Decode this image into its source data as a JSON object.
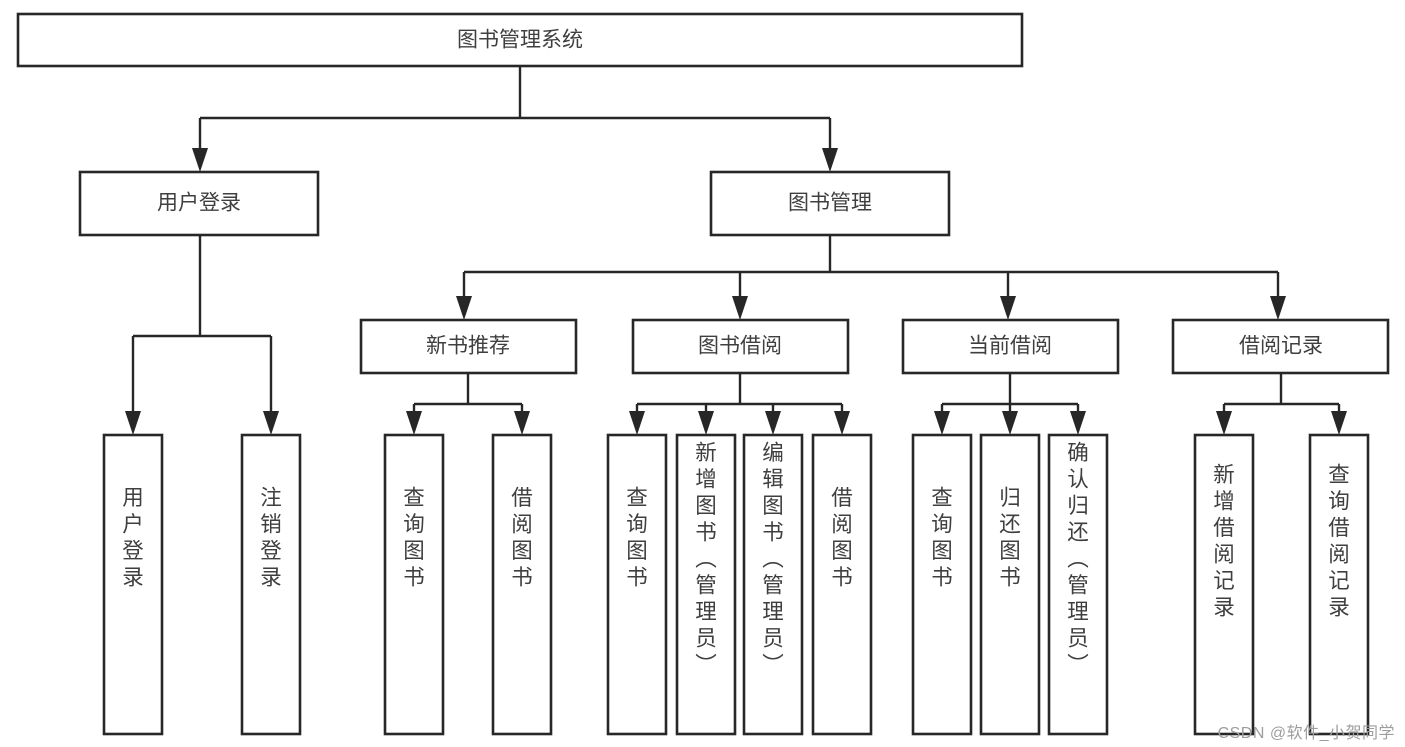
{
  "diagram": {
    "type": "hierarchy-tree",
    "title": "图书管理系统",
    "orientation": "top-down",
    "watermark": "CSDN @软件_小贺同学",
    "colors": {
      "box_fill": "#ffffff",
      "box_stroke": "#272727",
      "text": "#3f3f3f",
      "connector": "#272727",
      "background": "#ffffff",
      "watermark": "#9d9d9d"
    },
    "levels": [
      {
        "level": 0,
        "nodes": [
          {
            "id": "root",
            "label": "图书管理系统",
            "orientation": "horizontal"
          }
        ]
      },
      {
        "level": 1,
        "nodes": [
          {
            "id": "user-login",
            "label": "用户登录",
            "orientation": "horizontal",
            "parent": "root"
          },
          {
            "id": "book-admin",
            "label": "图书管理",
            "orientation": "horizontal",
            "parent": "root"
          }
        ]
      },
      {
        "level": 2,
        "nodes": [
          {
            "id": "new-book-rec",
            "label": "新书推荐",
            "orientation": "horizontal",
            "parent": "book-admin"
          },
          {
            "id": "book-borrow",
            "label": "图书借阅",
            "orientation": "horizontal",
            "parent": "book-admin"
          },
          {
            "id": "current-borrow",
            "label": "当前借阅",
            "orientation": "horizontal",
            "parent": "book-admin"
          },
          {
            "id": "borrow-record",
            "label": "借阅记录",
            "orientation": "horizontal",
            "parent": "book-admin"
          }
        ]
      },
      {
        "level": 3,
        "nodes": [
          {
            "id": "leaf-user-login",
            "label": "用户登录",
            "orientation": "vertical",
            "parent": "user-login"
          },
          {
            "id": "leaf-logout",
            "label": "注销登录",
            "orientation": "vertical",
            "parent": "user-login"
          },
          {
            "id": "leaf-query-book-1",
            "label": "查询图书",
            "orientation": "vertical",
            "parent": "new-book-rec"
          },
          {
            "id": "leaf-borrow-book-1",
            "label": "借阅图书",
            "orientation": "vertical",
            "parent": "new-book-rec"
          },
          {
            "id": "leaf-query-book-2",
            "label": "查询图书",
            "orientation": "vertical",
            "parent": "book-borrow"
          },
          {
            "id": "leaf-add-book",
            "label": "新增图书（管理员）",
            "orientation": "vertical",
            "parent": "book-borrow"
          },
          {
            "id": "leaf-edit-book",
            "label": "编辑图书（管理员）",
            "orientation": "vertical",
            "parent": "book-borrow"
          },
          {
            "id": "leaf-borrow-book-2",
            "label": "借阅图书",
            "orientation": "vertical",
            "parent": "book-borrow"
          },
          {
            "id": "leaf-query-book-3",
            "label": "查询图书",
            "orientation": "vertical",
            "parent": "current-borrow"
          },
          {
            "id": "leaf-return-book",
            "label": "归还图书",
            "orientation": "vertical",
            "parent": "current-borrow"
          },
          {
            "id": "leaf-confirm-return",
            "label": "确认归还（管理员）",
            "orientation": "vertical",
            "parent": "current-borrow"
          },
          {
            "id": "leaf-add-record",
            "label": "新增借阅记录",
            "orientation": "vertical",
            "parent": "borrow-record"
          },
          {
            "id": "leaf-query-record",
            "label": "查询借阅记录",
            "orientation": "vertical",
            "parent": "borrow-record"
          }
        ]
      }
    ]
  }
}
